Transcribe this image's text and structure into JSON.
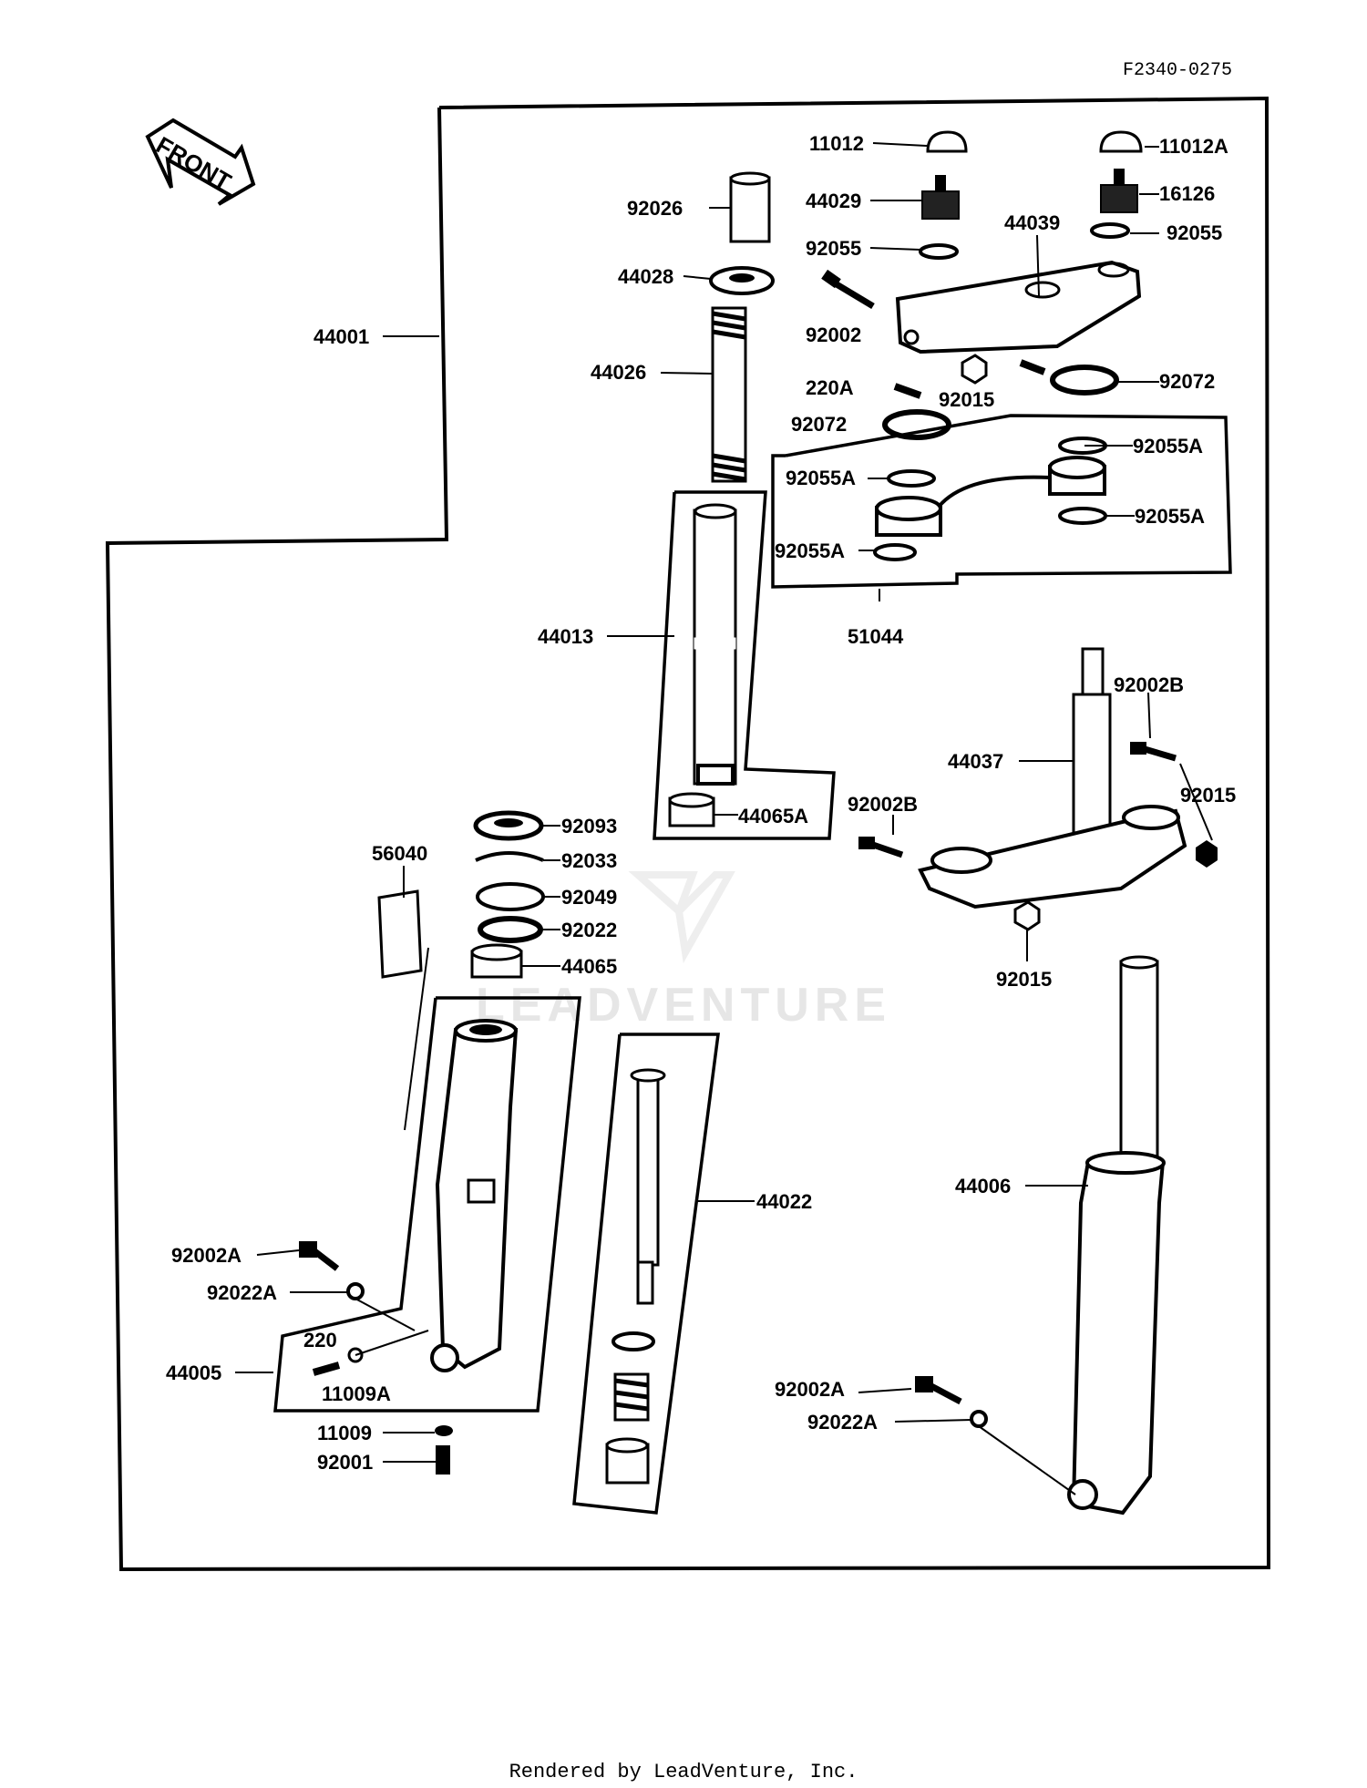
{
  "header": {
    "code": "F2340-0275"
  },
  "front_arrow": {
    "label": "FRONT"
  },
  "watermark": {
    "text": "LEADVENTURE"
  },
  "footer": {
    "text": "Rendered by LeadVenture, Inc."
  },
  "parts": {
    "p11012": "11012",
    "p11012A": "11012A",
    "p92026": "92026",
    "p44029": "44029",
    "p16126": "16126",
    "p44039": "44039",
    "p92055_l": "92055",
    "p92055_r": "92055",
    "p44028": "44028",
    "p44001": "44001",
    "p92002": "92002",
    "p44026": "44026",
    "p220A": "220A",
    "p92015_top": "92015",
    "p92072_r": "92072",
    "p92072_l": "92072",
    "p92055A_1": "92055A",
    "p92055A_2": "92055A",
    "p92055A_3": "92055A",
    "p92055A_4": "92055A",
    "p44013": "44013",
    "p51044": "51044",
    "p92002B_r": "92002B",
    "p44037": "44037",
    "p92015_r": "92015",
    "p92002B_l": "92002B",
    "p44065A": "44065A",
    "p92093": "92093",
    "p56040": "56040",
    "p92033": "92033",
    "p92049": "92049",
    "p92022": "92022",
    "p44065": "44065",
    "p92015_b": "92015",
    "p44022": "44022",
    "p44006": "44006",
    "p92002A_l": "92002A",
    "p92022A_l": "92022A",
    "p220": "220",
    "p44005": "44005",
    "p11009A": "11009A",
    "p11009": "11009",
    "p92001": "92001",
    "p92002A_r": "92002A",
    "p92022A_r": "92022A"
  }
}
